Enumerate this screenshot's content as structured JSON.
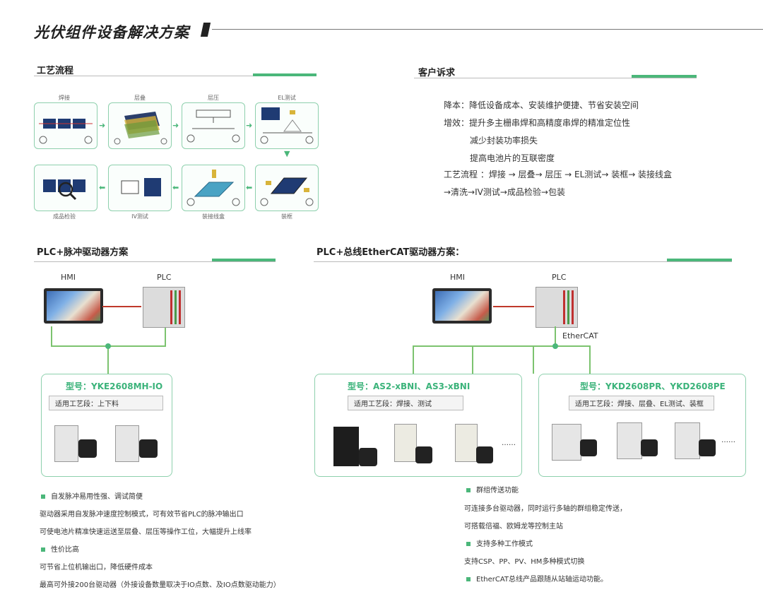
{
  "page": {
    "title": "光伏组件设备解决方案"
  },
  "process": {
    "heading": "工艺流程",
    "steps": [
      {
        "label": "焊接"
      },
      {
        "label": "层叠"
      },
      {
        "label": "层压"
      },
      {
        "label": "EL测试"
      },
      {
        "label": "装框"
      },
      {
        "label": "装接线盒"
      },
      {
        "label": "IV测试"
      },
      {
        "label": "成品检验"
      }
    ]
  },
  "customer": {
    "heading": "客户诉求",
    "lines": [
      "降本：降低设备成本、安装维护便捷、节省安装空间",
      "增效：提升多主栅串焊和高精度串焊的精准定位性",
      "减少封装功率损失",
      "提高电池片的互联密度",
      "工艺流程 ：焊接 → 层叠→ 层压 → EL测试→ 装框→ 装接线盒",
      "→清洗→IV测试→成品检验→包装"
    ]
  },
  "left_scheme": {
    "heading": "PLC+脉冲驱动器方案",
    "hmi_label": "HMI",
    "plc_label": "PLC",
    "card": {
      "model": "型号：YKE2608MH-IO",
      "stage": "适用工艺段：上下料"
    },
    "features": [
      {
        "text": "自发脉冲易用性强、调试简便",
        "bullet": true
      },
      {
        "text": "驱动器采用自发脉冲速度控制模式，可有效节省PLC的脉冲输出口",
        "bullet": false
      },
      {
        "text": "可使电池片精准快速运送至层叠、层压等操作工位，大幅提升上线率",
        "bullet": false
      },
      {
        "text": "性价比高",
        "bullet": true
      },
      {
        "text": "可节省上位机输出口，降低硬件成本",
        "bullet": false
      },
      {
        "text": "最高可外接200台驱动器（外接设备数量取决于IO点数、及IO点数驱动能力）",
        "bullet": false
      }
    ]
  },
  "right_scheme": {
    "heading": "PLC+总线EtherCAT驱动器方案：",
    "hmi_label": "HMI",
    "plc_label": "PLC",
    "bus_label": "EtherCAT",
    "card1": {
      "model": "型号：AS2-xBNI、AS3-xBNI",
      "stage": "适用工艺段：焊接、测试",
      "more": "……"
    },
    "card2": {
      "model": "型号：YKD2608PR、YKD2608PE",
      "stage": "适用工艺段：焊接、层叠、EL测试、装框",
      "more": "……"
    },
    "features": [
      {
        "text": "群组传送功能",
        "bullet": true
      },
      {
        "text": "可连接多台驱动器，同时运行多轴的群组稳定传送，",
        "bullet": false
      },
      {
        "text": "可搭载倍福、欧姆龙等控制主站",
        "bullet": false
      },
      {
        "text": "支持多种工作模式",
        "bullet": true
      },
      {
        "text": "支持CSP、PP、PV、HM多种模式切换",
        "bullet": false
      },
      {
        "text": "EtherCAT总线产品跟随从站轴运动功能。",
        "bullet": true
      }
    ]
  },
  "colors": {
    "accent": "#4bb77a",
    "bus_line": "#7cc36f",
    "link_line": "#c0392b"
  }
}
